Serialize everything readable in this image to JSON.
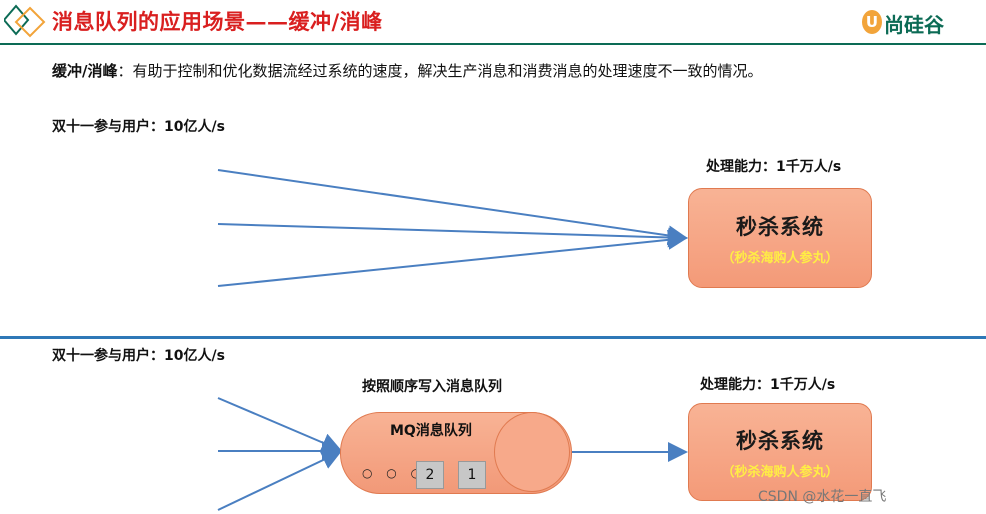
{
  "header": {
    "title": "消息队列的应用场景——缓冲/消峰",
    "logo_mark": "U",
    "logo_text": "尚硅谷",
    "accent_color": "#0c6b55",
    "title_color": "#d91f1f",
    "decor_icon": "double-diamond-icon"
  },
  "description": {
    "term": "缓冲/消峰",
    "colon": "：",
    "text": "有助于控制和优化数据流经过系统的速度，解决生产消息和消费消息的处理速度不一致的情况。"
  },
  "top_scenario": {
    "users_label": "双十一参与用户：10亿人/s",
    "capacity_label": "处理能力：1千万人/s",
    "system_title": "秒杀系统",
    "system_subtitle": "（秒杀海购人参丸）"
  },
  "bottom_scenario": {
    "users_label": "双十一参与用户：10亿人/s",
    "queue_caption": "按照顺序写入消息队列",
    "queue_title": "MQ消息队列",
    "queue_dots": "○ ○ ○",
    "queue_items": [
      "2",
      "1"
    ],
    "capacity_label": "处理能力：1千万人/s",
    "system_title": "秒杀系统",
    "system_subtitle": "（秒杀海购人参丸）"
  },
  "watermark": "CSDN @水花一直飞",
  "colors": {
    "box_fill": "#f49a78",
    "box_border": "#e07a50",
    "subtitle": "#ffee44",
    "arrow": "#4a7fc1",
    "divider": "#2e78b7"
  }
}
